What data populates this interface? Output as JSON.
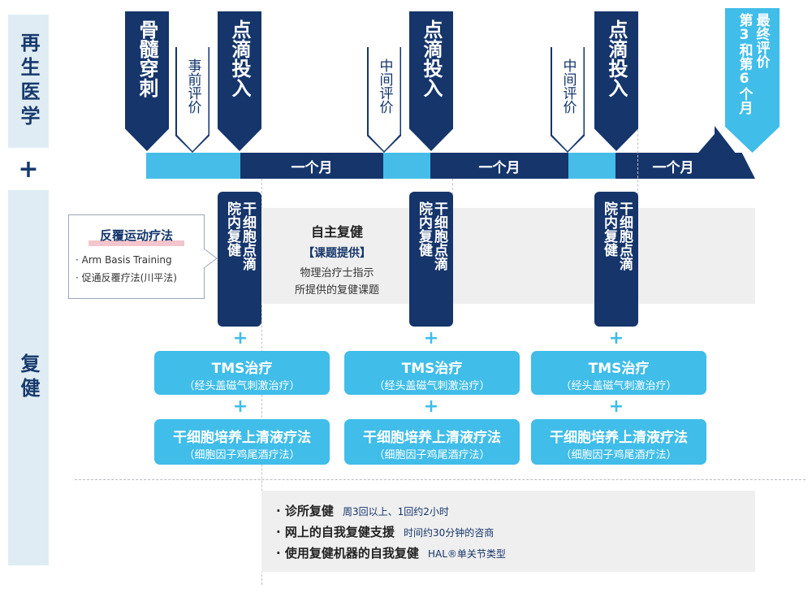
{
  "sidebar": {
    "regen": "再生医学",
    "plus": "+",
    "rehab": "复健"
  },
  "timeline": {
    "bone_marrow": "骨髓穿刺",
    "pre_eval": "事前评价",
    "infusion": "点滴投入",
    "mid_eval": "中间评价",
    "final_eval_col1": "最终评价",
    "final_eval_col2": "第3和第6个月",
    "month": "一个月"
  },
  "callout": {
    "title": "反覆运动疗法",
    "item1": "· Arm Basis Training",
    "item2": "· 促通反覆疗法(川平法)"
  },
  "self_rehab": {
    "title": "自主复健",
    "tag": "【课题提供】",
    "desc_line1": "物理治疗士指示",
    "desc_line2": "所提供的复健课题"
  },
  "stem_box": {
    "col_right": "干细胞点滴",
    "col_left": "院内复健"
  },
  "plus_sign": "+",
  "tms": {
    "title": "TMS治疗",
    "sub": "（经头盖磁气刺激治疗）"
  },
  "culture": {
    "title": "干细胞培养上清液疗法",
    "sub": "（细胞因子鸡尾酒疗法）"
  },
  "bottom": {
    "items": [
      {
        "main": "· 诊所复健",
        "detail": "周3回以上、1回约2小时"
      },
      {
        "main": "· 网上的自我复健支援",
        "detail": "时间约30分钟的咨商"
      },
      {
        "main": "· 使用复健机器的自我复健",
        "detail": "HAL®单关节类型"
      }
    ]
  },
  "colors": {
    "navy": "#15356b",
    "cyan": "#40bde9",
    "sidebar_bg": "#dfecf3",
    "panel_gray": "#efefef"
  }
}
